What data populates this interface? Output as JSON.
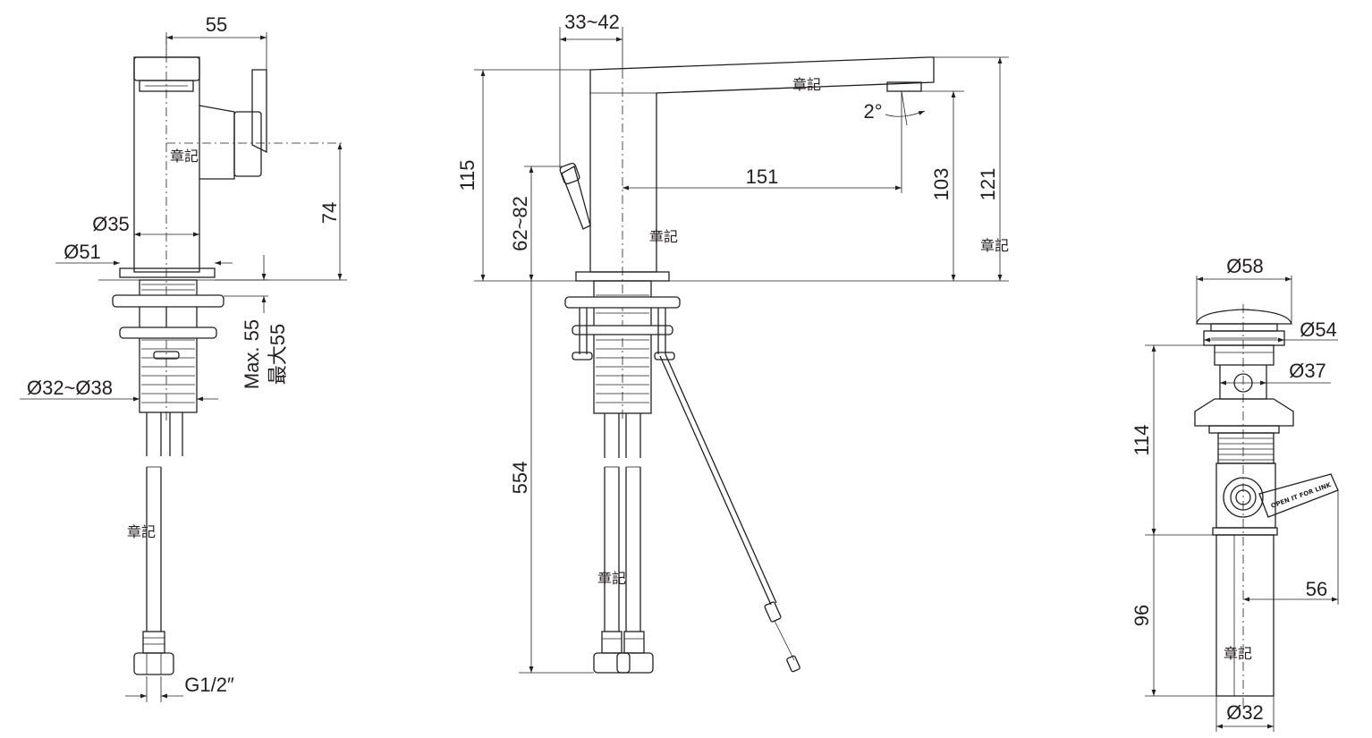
{
  "seal": "章記",
  "side_view": {
    "width": "55",
    "aerator_height": "74",
    "body_dia": "Ø35",
    "base_dia": "Ø51",
    "max_thickness_en": "Max. 55",
    "max_thickness_zh": "最大55",
    "hole_dia": "Ø32~Ø38",
    "thread": "G1/2″"
  },
  "front_view": {
    "lever_range": "33~42",
    "spout_angle": "2°",
    "spout_reach": "151",
    "total_height": "115",
    "outlet_height": "103",
    "top_height": "121",
    "lever_height": "62~82",
    "hose_length": "554"
  },
  "drain_view": {
    "cap_dia": "Ø58",
    "flange_dia": "Ø54",
    "inner_dia": "Ø37",
    "body_height": "114",
    "tail_length": "96",
    "rod_offset": "56",
    "tail_dia": "Ø32",
    "tag_text": "OPEN IT FOR LINK"
  }
}
